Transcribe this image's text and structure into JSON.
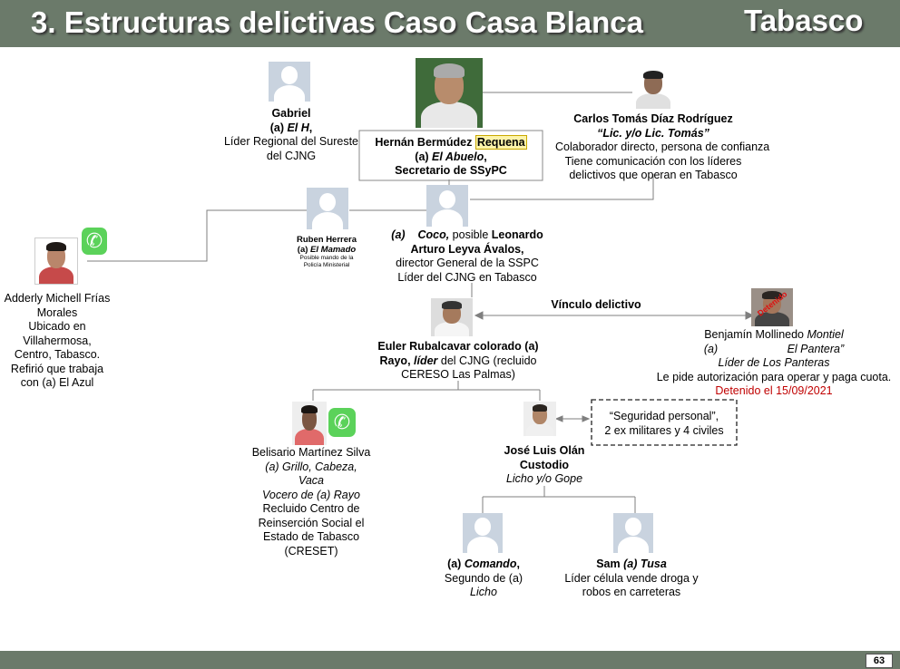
{
  "header": {
    "title": "3. Estructuras delictivas Caso Casa Blanca",
    "state": "Tabasco"
  },
  "footer": {
    "page": "63"
  },
  "people": {
    "gabriel": {
      "name": "Gabriel",
      "alias_prefix": "(a) ",
      "alias": "El H",
      "alias_suffix": ",",
      "role1": "Líder Regional del Sureste",
      "role2": "del CJNG"
    },
    "hernan": {
      "name": "Hernán Bermúdez ",
      "name_highlight": "Requena",
      "alias_prefix": "(a) ",
      "alias": "El Abuelo",
      "alias_suffix": ",",
      "role": "Secretario de SSyPC"
    },
    "carlos": {
      "name": "Carlos Tomás Díaz Rodríguez",
      "alias": "“Lic. y/o Lic. Tomás”",
      "line1": "Colaborador directo, persona de confianza",
      "line2": "Tiene comunicación con los líderes",
      "line3": "delictivos que operan en Tabasco"
    },
    "ruben": {
      "name": "Ruben Herrera",
      "alias_prefix": "(a) ",
      "alias": "El Mamado",
      "line1": "Posible mando de la",
      "line2": "Policía Ministerial"
    },
    "coco": {
      "alias_prefix": "(a)",
      "alias": "Coco,",
      "mid": " posible ",
      "name1": "Leonardo",
      "name2": "Arturo Leyva Ávalos,",
      "role1": "director General de la SSPC",
      "role2": "Líder del CJNG en Tabasco"
    },
    "adderly": {
      "line1": "Adderly Michell Frías",
      "line2": "Morales",
      "line3": "Ubicado en",
      "line4": "Villahermosa,",
      "line5": "Centro, Tabasco.",
      "line6": "Refirió que trabaja",
      "line7": "con (a) El Azul"
    },
    "euler": {
      "line1": "Euler Rubalcavar colorado (a)",
      "line2b": "Rayo, ",
      "line2i": "líder",
      "line2r": " del CJNG (recluido",
      "line3": "CERESO Las Palmas)"
    },
    "benjamin": {
      "name": "Benjamín Mollinedo ",
      "name_i": "Montiel",
      "alias_prefix": "(a)",
      "alias": "El Pantera”",
      "role": "Líder de Los Panteras",
      "line": "Le pide autorización para operar y paga cuota.",
      "detained": "Detenido el 15/09/2021",
      "stamp": "Detenido"
    },
    "belisario": {
      "name": "Belisario Martínez Silva",
      "alias1": "(a) Grillo, Cabeza,",
      "alias2": "Vaca",
      "alias3": "Vocero de (a) Rayo",
      "line1": "Recluido Centro de",
      "line2": "Reinserción Social el",
      "line3": "Estado de Tabasco",
      "line4": "(CRESET)"
    },
    "jose": {
      "name1": "José Luis Olán",
      "name2": "Custodio",
      "alias": "Licho y/o Gope"
    },
    "comando": {
      "alias_prefix": "(a) ",
      "alias": "Comando",
      "alias_suffix": ",",
      "line1": "Segundo de (a)",
      "line2": "Licho"
    },
    "sam": {
      "name": "Sam ",
      "alias": "(a) Tusa",
      "line1": "Líder célula vende droga y",
      "line2": "robos en carreteras"
    }
  },
  "link": {
    "label": "Vínculo delictivo"
  },
  "security_box": {
    "line1": "“Seguridad personal”,",
    "line2": "2 ex militares y 4 civiles"
  },
  "colors": {
    "header_bg": "#6b7a6a",
    "whatsapp": "#5bd25a",
    "detained_red": "#c00000",
    "line": "#7f7f7f"
  }
}
